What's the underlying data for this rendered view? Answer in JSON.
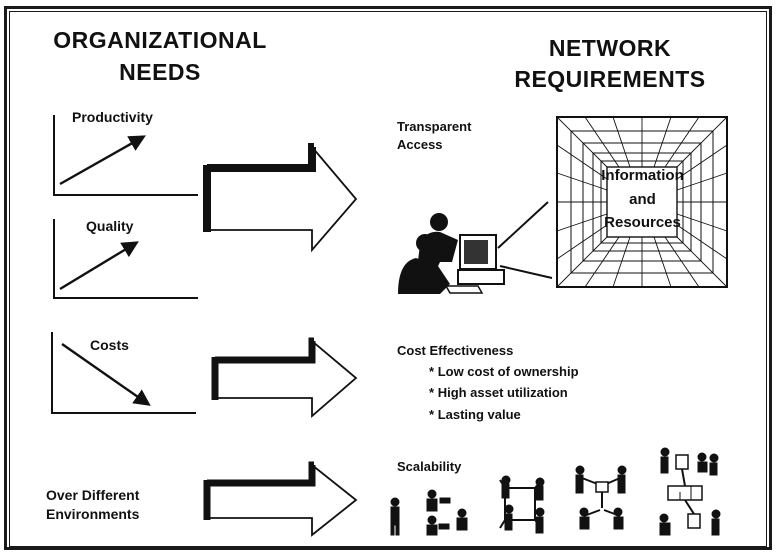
{
  "left_heading": {
    "line1": "ORGANIZATIONAL",
    "line2": "NEEDS"
  },
  "right_heading": {
    "line1": "NETWORK",
    "line2": "REQUIREMENTS"
  },
  "needs": {
    "productivity": "Productivity",
    "quality": "Quality",
    "costs": "Costs",
    "environments_line1": "Over Different",
    "environments_line2": "Environments"
  },
  "requirements": {
    "transparent_line1": "Transparent",
    "transparent_line2": "Access",
    "tunnel_line1": "Information",
    "tunnel_line2": "and",
    "tunnel_line3": "Resources",
    "cost_effectiveness": "Cost Effectiveness",
    "bullet_symbol": "*",
    "bullets": [
      "Low cost of ownership",
      "High asset utilization",
      "Lasting value"
    ],
    "scalability": "Scalability"
  },
  "colors": {
    "ink": "#111111",
    "paper": "#ffffff"
  },
  "icons": [
    "trend-up-chart-icon",
    "trend-down-chart-icon",
    "block-arrow-icon",
    "computer-users-icon",
    "grid-tunnel-icon",
    "network-people-icon"
  ]
}
